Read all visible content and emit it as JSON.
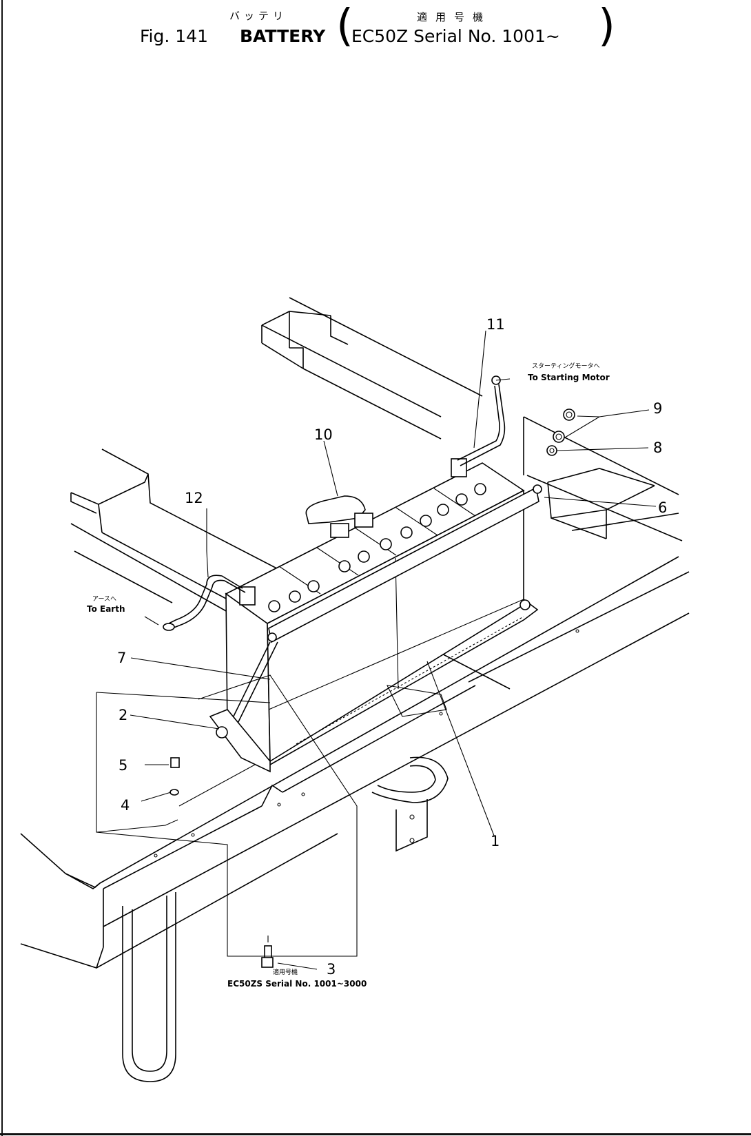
{
  "title": {
    "figure": "Fig. 141",
    "name_jp": "バッテリ",
    "name": "BATTERY",
    "applicability_jp": "適用号機",
    "serial": "EC50Z Serial No. 1001~"
  },
  "callouts": {
    "c1": "1",
    "c2": "2",
    "c3": "3",
    "c4": "4",
    "c5": "5",
    "c6": "6",
    "c7": "7",
    "c8": "8",
    "c9": "9",
    "c10": "10",
    "c11": "11",
    "c12": "12"
  },
  "notes": {
    "starting_motor_jp": "スターティングモータへ",
    "starting_motor": "To Starting Motor",
    "earth_jp": "アースへ",
    "earth": "To Earth",
    "serial_range_jp": "適用号機",
    "serial_range": "EC50ZS Serial No. 1001~3000"
  }
}
